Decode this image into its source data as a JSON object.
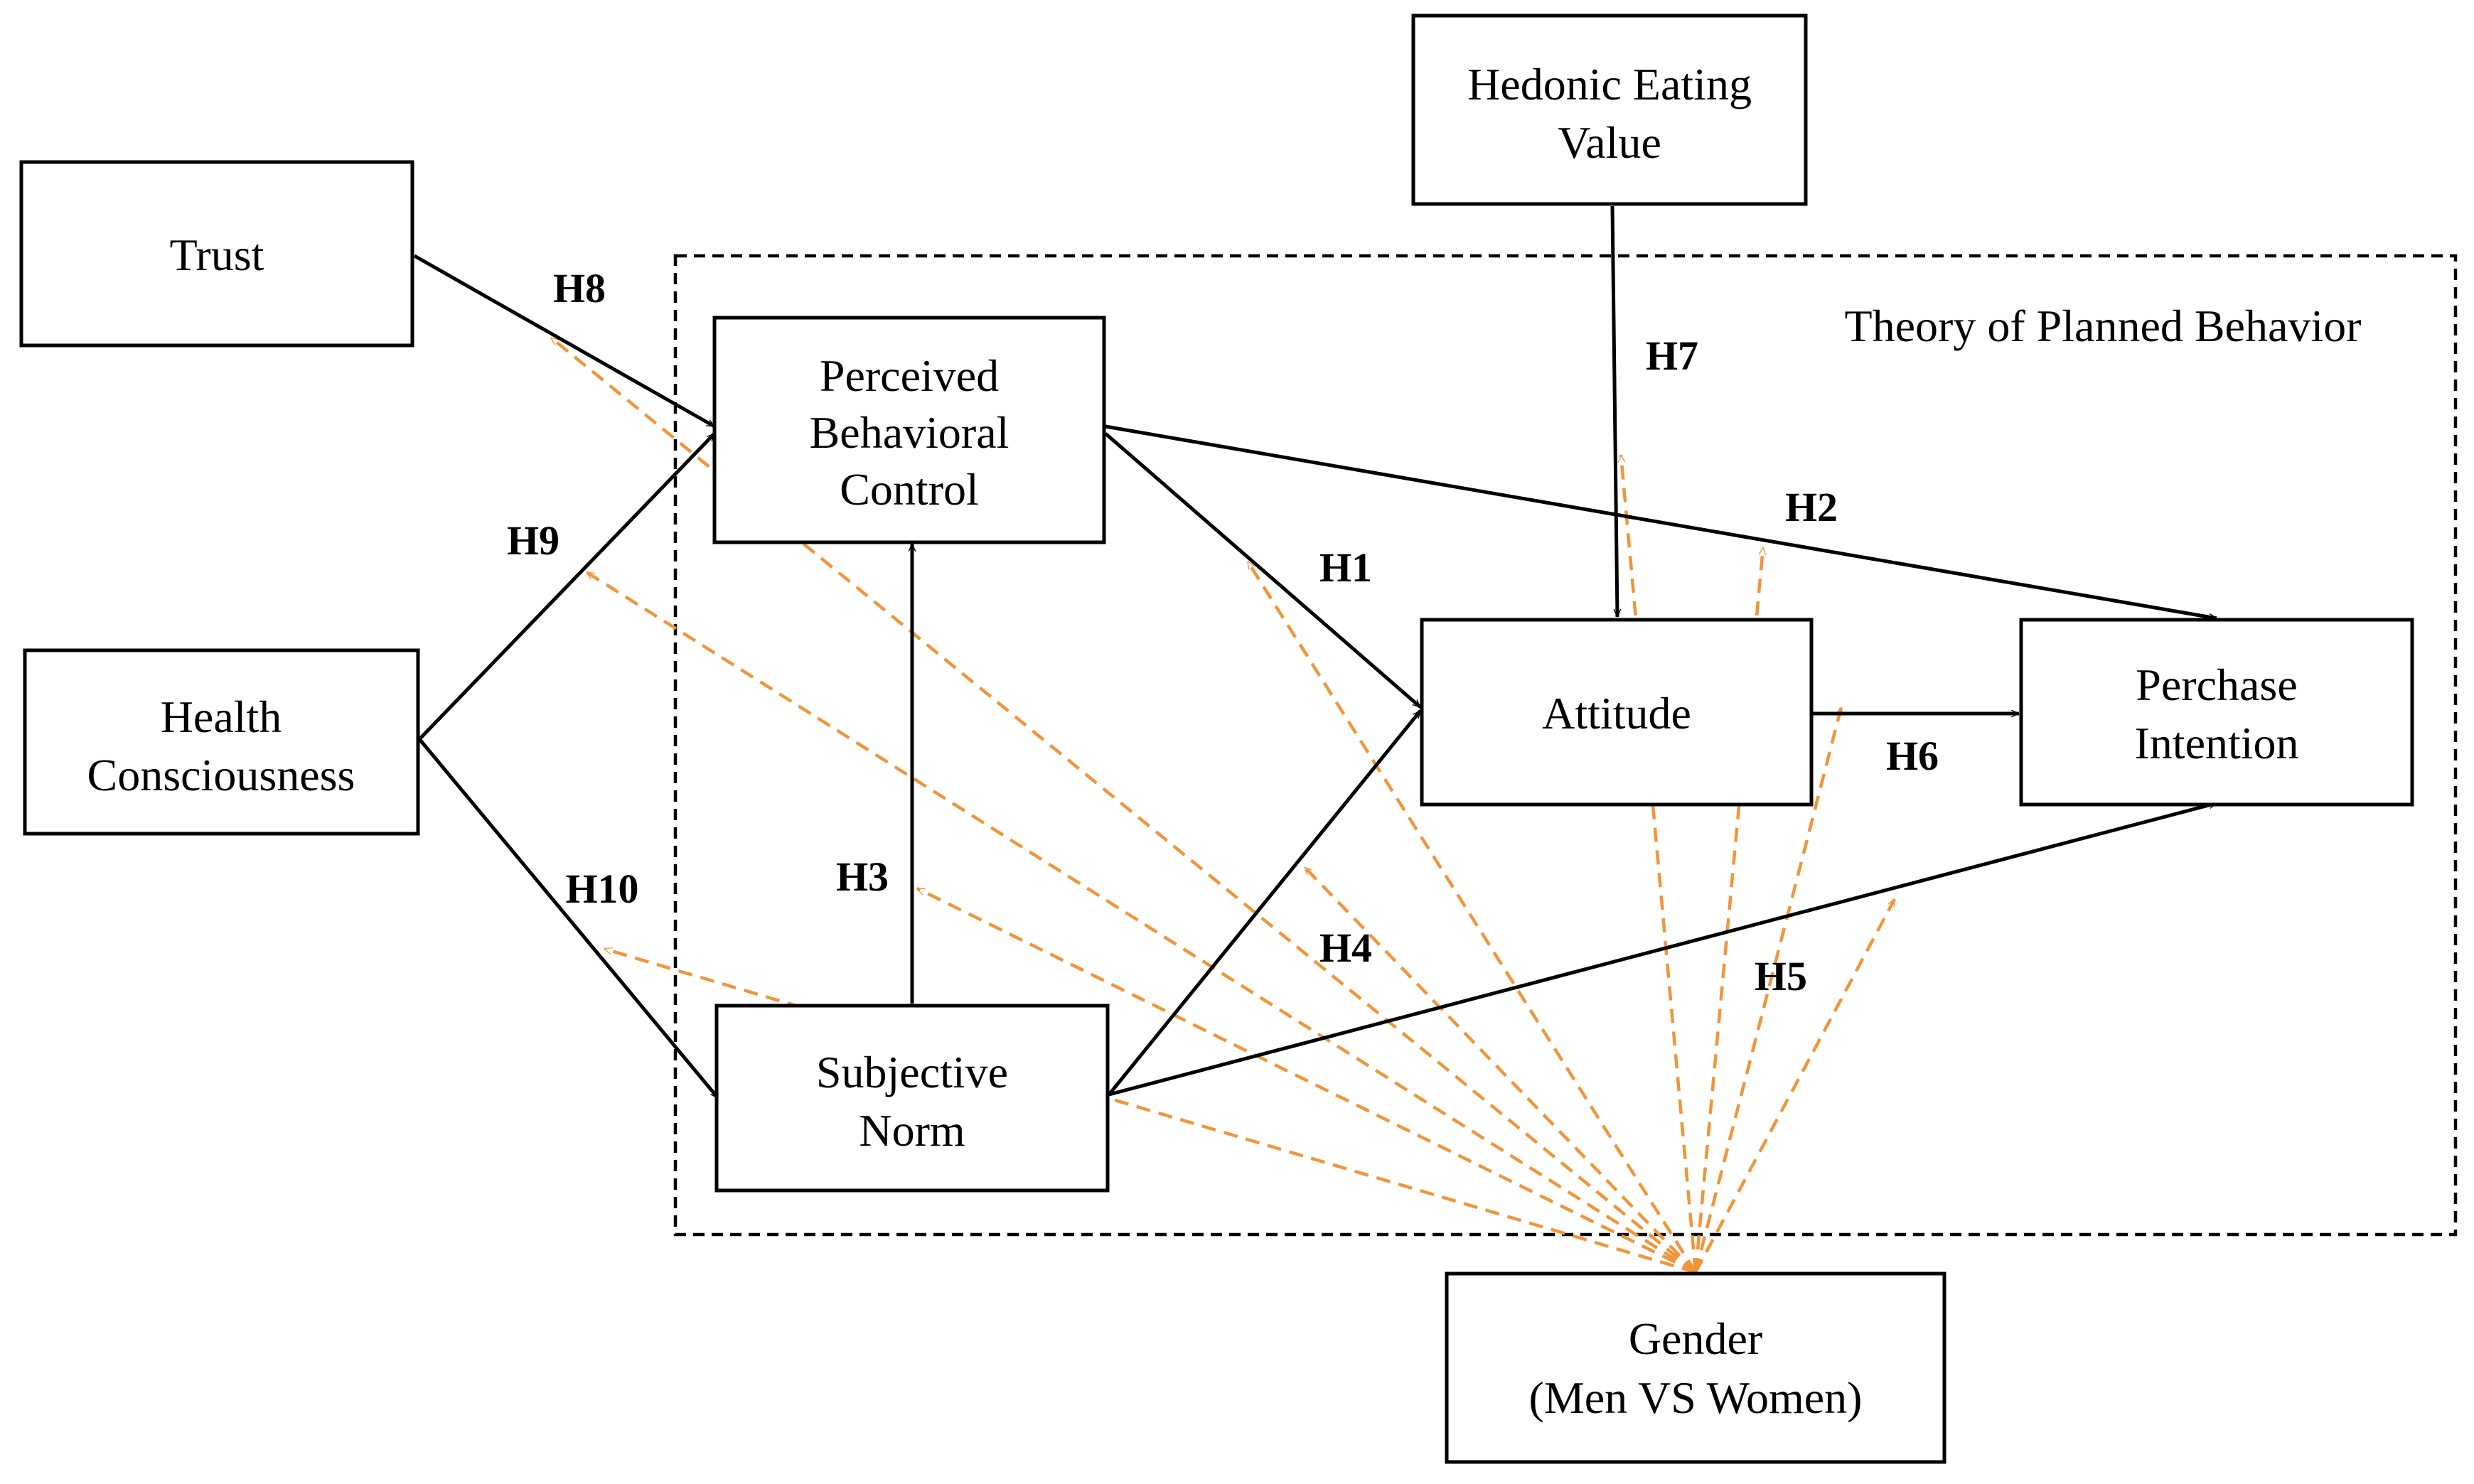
{
  "colors": {
    "path_line": "#000000",
    "moderation_line": "#f0953a",
    "box_border": "#000000",
    "background": "#ffffff"
  },
  "frame": {
    "label": "Theory of Planned Behavior"
  },
  "constructs": {
    "hedonic": [
      "Hedonic Eating",
      "Value"
    ],
    "trust": [
      "Trust"
    ],
    "health": [
      "Health",
      "Consciousness"
    ],
    "pbc": [
      "Perceived",
      "Behavioral",
      "Control"
    ],
    "attitude": [
      "Attitude"
    ],
    "intention": [
      "Perchase",
      "Intention"
    ],
    "norm": [
      "Subjective",
      "Norm"
    ],
    "gender": [
      "Gender",
      "(Men VS Women)"
    ]
  },
  "hypotheses": {
    "h1": "H1",
    "h2": "H2",
    "h3": "H3",
    "h4": "H4",
    "h5": "H5",
    "h6": "H6",
    "h7": "H7",
    "h8": "H8",
    "h9": "H9",
    "h10": "H10"
  },
  "relationships": [
    {
      "from": "trust",
      "to": "pbc",
      "hypothesis": "H8"
    },
    {
      "from": "health",
      "to": "pbc",
      "hypothesis": "H9"
    },
    {
      "from": "health",
      "to": "norm",
      "hypothesis": "H10"
    },
    {
      "from": "pbc",
      "to": "attitude",
      "hypothesis": "H1"
    },
    {
      "from": "pbc",
      "to": "intention",
      "hypothesis": "H2"
    },
    {
      "from": "norm",
      "to": "pbc",
      "hypothesis": "H3"
    },
    {
      "from": "norm",
      "to": "attitude",
      "hypothesis": "H4"
    },
    {
      "from": "norm",
      "to": "intention",
      "hypothesis": "H5"
    },
    {
      "from": "attitude",
      "to": "intention",
      "hypothesis": "H6"
    },
    {
      "from": "hedonic",
      "to": "attitude",
      "hypothesis": "H7"
    }
  ],
  "moderator": {
    "construct": "gender",
    "moderates": [
      "H1",
      "H2",
      "H3",
      "H4",
      "H5",
      "H6",
      "H7",
      "H8",
      "H9",
      "H10"
    ]
  }
}
